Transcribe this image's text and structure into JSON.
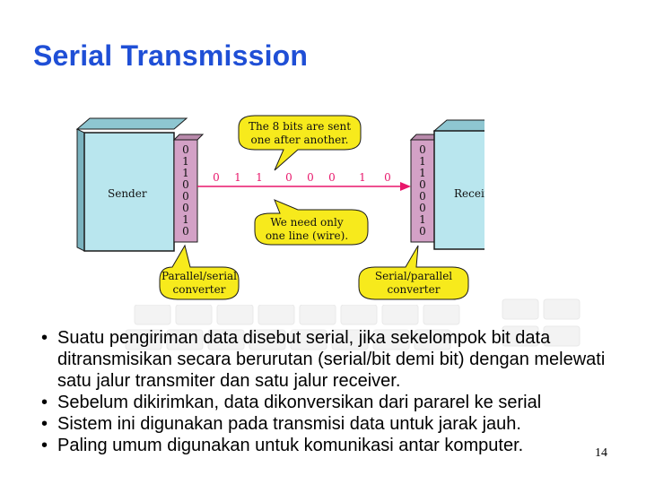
{
  "slide": {
    "title": "Serial Transmission",
    "page_number": "14"
  },
  "diagram": {
    "sender_label": "Sender",
    "receiver_label": "Receiver",
    "sender_bits": [
      "0",
      "1",
      "1",
      "0",
      "0",
      "0",
      "1",
      "0"
    ],
    "receiver_bits": [
      "0",
      "1",
      "1",
      "0",
      "0",
      "0",
      "1",
      "0"
    ],
    "line_bits": [
      "0",
      "1",
      "1",
      "0",
      "0",
      "0",
      "1",
      "0"
    ],
    "callout_top": [
      "The 8 bits are sent",
      "one after another."
    ],
    "callout_middle": [
      "We need only",
      "one line (wire)."
    ],
    "callout_left": [
      "Parallel/serial",
      "converter"
    ],
    "callout_right": [
      "Serial/parallel",
      "converter"
    ],
    "colors": {
      "box_face": "#b9e6ee",
      "register": "#d3a1c6",
      "callout": "#f7ea1c",
      "line": "#e8176b"
    }
  },
  "bullets": [
    "Suatu pengiriman data disebut serial, jika sekelompok bit data ditransmisikan secara berurutan (serial/bit demi bit) dengan melewati satu jalur transmiter dan satu jalur receiver.",
    "Sebelum dikirimkan, data dikonversikan dari pararel ke serial",
    "Sistem ini digunakan pada transmisi data untuk jarak jauh.",
    "Paling umum digunakan untuk komunikasi antar komputer."
  ]
}
